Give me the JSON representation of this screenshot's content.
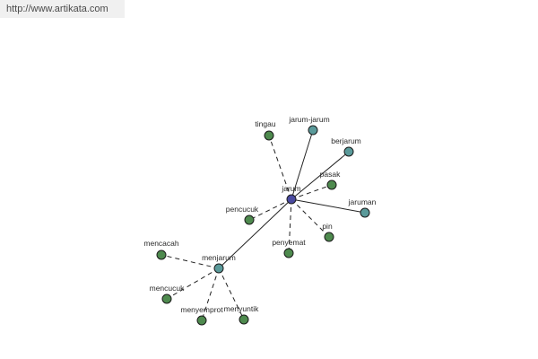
{
  "banner": {
    "url_text": "http://www.artikata.com"
  },
  "colors": {
    "center": "#4a4aa0",
    "hub": "#5a9a9a",
    "leaf": "#4e8a4e",
    "banner_bg": "#f0f0f0"
  },
  "nodes": [
    {
      "id": "jarum",
      "label": "jarum",
      "kind": "center"
    },
    {
      "id": "jarum-jarum",
      "label": "jarum-jarum",
      "kind": "hub"
    },
    {
      "id": "berjarum",
      "label": "berjarum",
      "kind": "hub"
    },
    {
      "id": "jaruman",
      "label": "jaruman",
      "kind": "hub"
    },
    {
      "id": "menjarum",
      "label": "menjarum",
      "kind": "hub"
    },
    {
      "id": "tingau",
      "label": "tingau",
      "kind": "leaf"
    },
    {
      "id": "pasak",
      "label": "pasak",
      "kind": "leaf"
    },
    {
      "id": "pencucuk",
      "label": "pencucuk",
      "kind": "leaf"
    },
    {
      "id": "pin",
      "label": "pin",
      "kind": "leaf"
    },
    {
      "id": "penyemat",
      "label": "penyemat",
      "kind": "leaf"
    },
    {
      "id": "mencacah",
      "label": "mencacah",
      "kind": "leaf"
    },
    {
      "id": "mencucuk",
      "label": "mencucuk",
      "kind": "leaf"
    },
    {
      "id": "menyemprot",
      "label": "menyemprot",
      "kind": "leaf"
    },
    {
      "id": "menyuntik",
      "label": "menyuntik",
      "kind": "leaf"
    }
  ],
  "edges": [
    {
      "from": "jarum",
      "to": "jarum-jarum",
      "style": "solid"
    },
    {
      "from": "jarum",
      "to": "berjarum",
      "style": "solid"
    },
    {
      "from": "jarum",
      "to": "jaruman",
      "style": "solid"
    },
    {
      "from": "jarum",
      "to": "menjarum",
      "style": "solid"
    },
    {
      "from": "jarum",
      "to": "tingau",
      "style": "dashed"
    },
    {
      "from": "jarum",
      "to": "pasak",
      "style": "dashed"
    },
    {
      "from": "jarum",
      "to": "pencucuk",
      "style": "dashed"
    },
    {
      "from": "jarum",
      "to": "pin",
      "style": "dashed"
    },
    {
      "from": "jarum",
      "to": "penyemat",
      "style": "dashed"
    },
    {
      "from": "menjarum",
      "to": "mencacah",
      "style": "dashed"
    },
    {
      "from": "menjarum",
      "to": "mencucuk",
      "style": "dashed"
    },
    {
      "from": "menjarum",
      "to": "menyemprot",
      "style": "dashed"
    },
    {
      "from": "menjarum",
      "to": "menyuntik",
      "style": "dashed"
    }
  ]
}
